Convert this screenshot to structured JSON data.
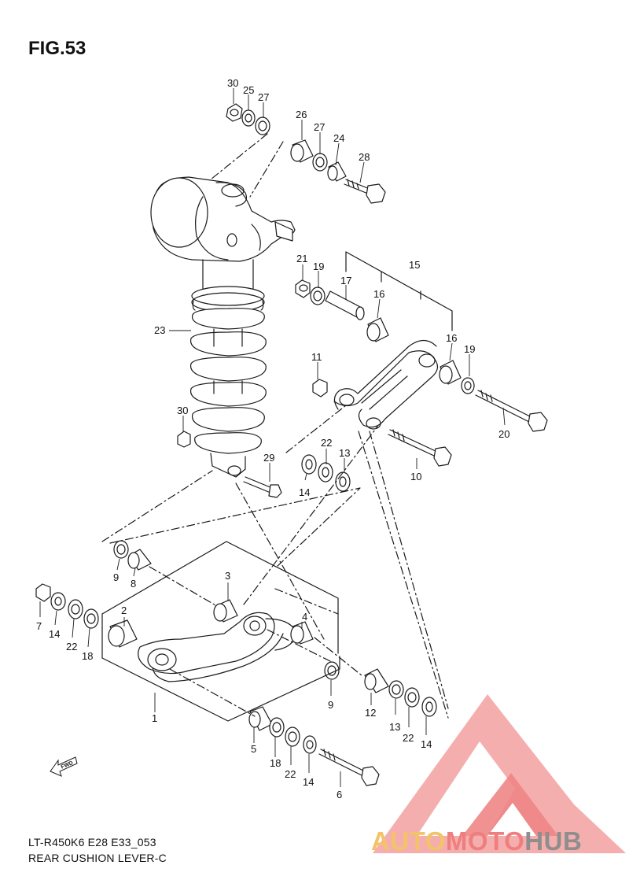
{
  "figure": {
    "title": "FIG.53",
    "code": "LT-R450K6 E28 E33_053",
    "name": "REAR CUSHION LEVER-C"
  },
  "callouts": [
    "30",
    "25",
    "27",
    "26",
    "27",
    "24",
    "28",
    "21",
    "19",
    "17",
    "15",
    "16",
    "16",
    "19",
    "23",
    "11",
    "20",
    "30",
    "22",
    "13",
    "10",
    "29",
    "14",
    "9",
    "8",
    "3",
    "4",
    "2",
    "7",
    "14",
    "22",
    "18",
    "9",
    "12",
    "13",
    "22",
    "14",
    "1",
    "5",
    "18",
    "22",
    "14",
    "6"
  ],
  "fwd_label": "FWD",
  "watermark": {
    "part1": "AUTO",
    "part2": "MOTO",
    "part3": "HUB"
  },
  "colors": {
    "line": "#1a1a1a",
    "watermark_red": "#ef5b5b",
    "watermark_yellow": "#f3c36a",
    "watermark_gray": "#8e8e8e"
  }
}
